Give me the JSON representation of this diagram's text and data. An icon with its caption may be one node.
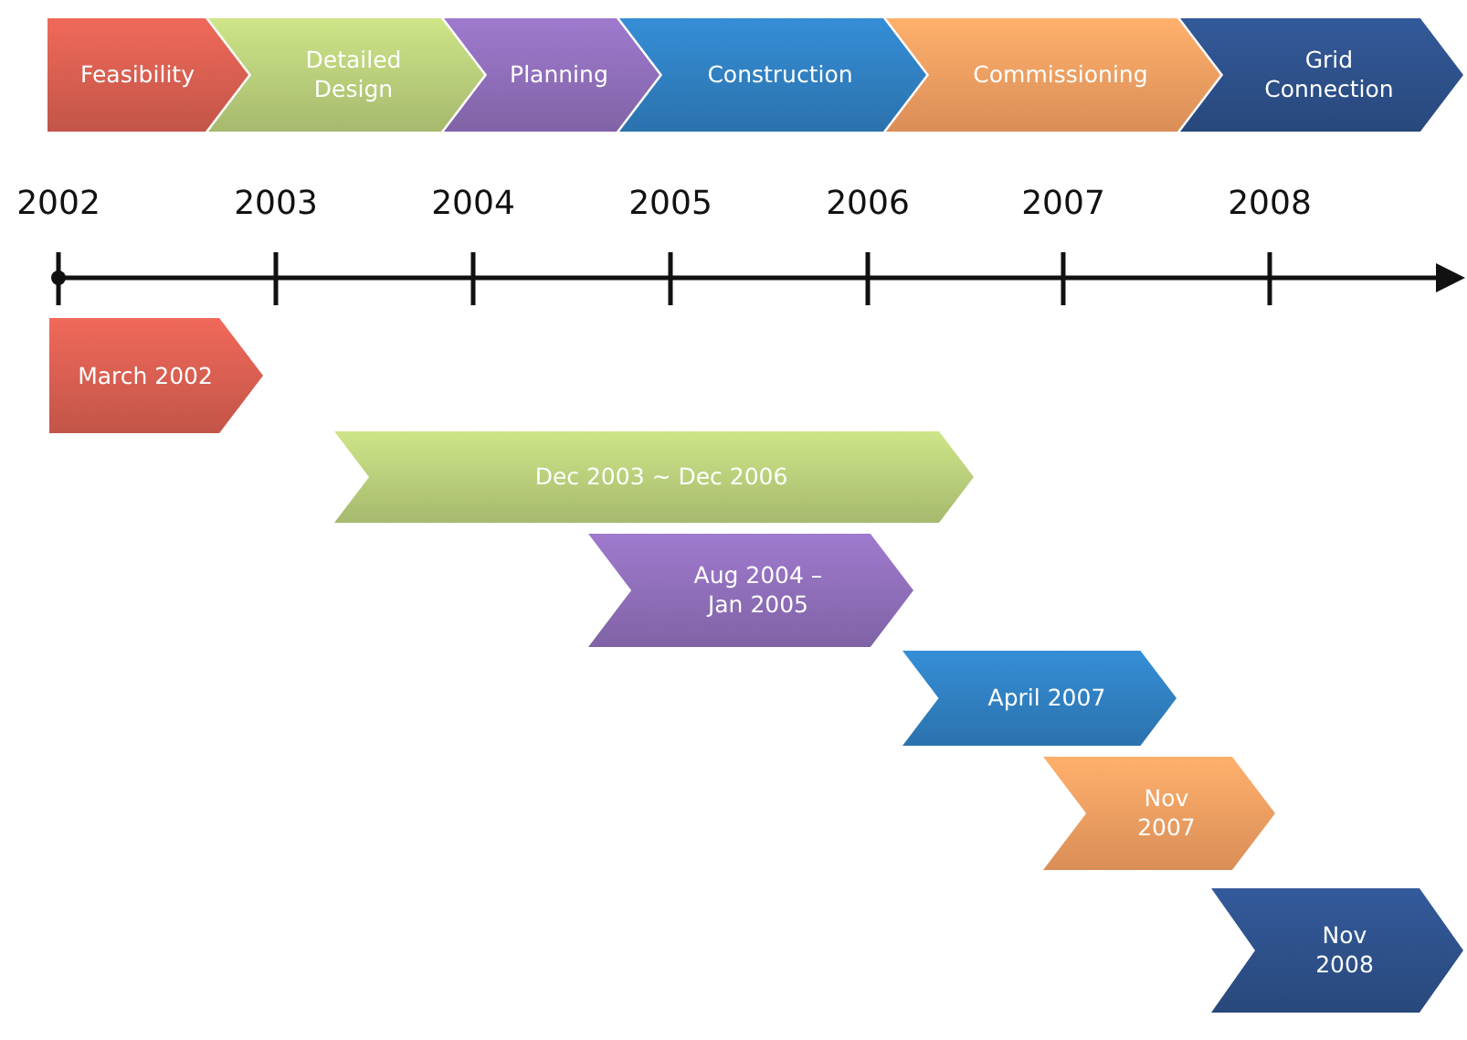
{
  "diagram": {
    "nodes": [
      {
        "text": [
          "Feasibility"
        ]
      },
      {
        "text": [
          "Detailed Design"
        ]
      },
      {
        "text": [
          "Planning"
        ]
      },
      {
        "text": [
          "Construction"
        ]
      },
      {
        "text": [
          "Commissioning"
        ]
      },
      {
        "text": [
          "Grid Connection"
        ]
      },
      {
        "text": [
          "March 2002"
        ]
      },
      {
        "text": [
          "Dec 2003 ~ Dec 2006"
        ]
      },
      {
        "text": [
          "Aug 2004 – Jan 2005"
        ]
      },
      {
        "text": [
          "April 2007"
        ]
      },
      {
        "text": [
          "Nov 2007"
        ]
      },
      {
        "text": [
          "Nov 2008"
        ]
      }
    ],
    "labels": [
      "2002",
      "2003",
      "2004",
      "2005",
      "2006",
      "2007",
      "2008"
    ]
  }
}
